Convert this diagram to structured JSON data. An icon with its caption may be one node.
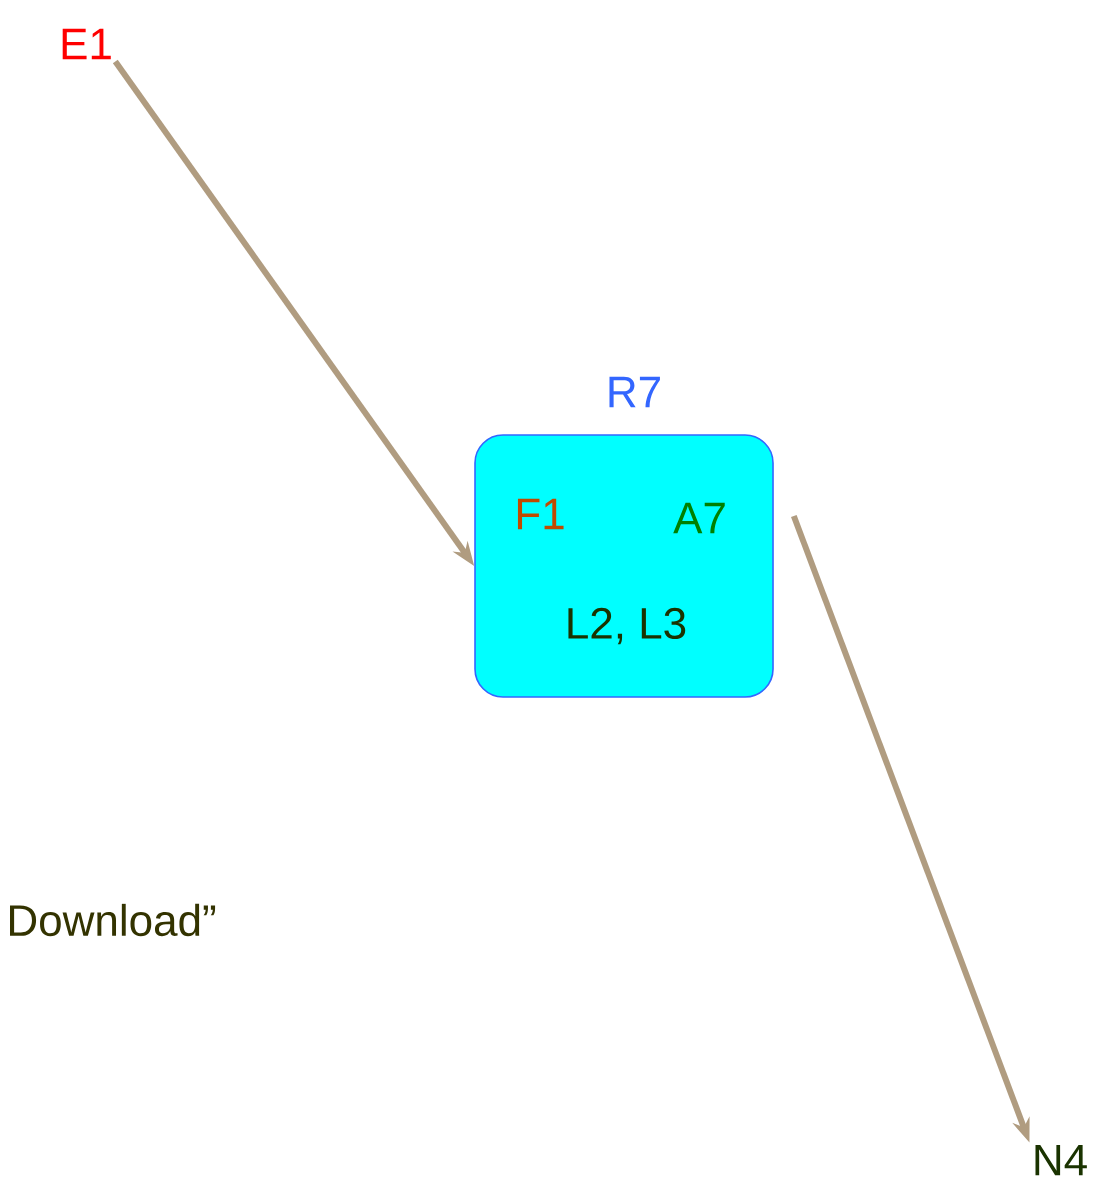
{
  "diagram": {
    "nodes": [
      {
        "text": [
          "E1"
        ]
      },
      {
        "text": [
          "R7",
          "F1",
          "A7",
          "L2, L3"
        ]
      },
      {
        "text": [
          "N4"
        ]
      }
    ],
    "edges": [
      {
        "from": 0,
        "to": 1,
        "arrow": "to"
      },
      {
        "from": 1,
        "to": 2,
        "arrow": "to"
      }
    ],
    "labels": [
      "Download”"
    ]
  }
}
